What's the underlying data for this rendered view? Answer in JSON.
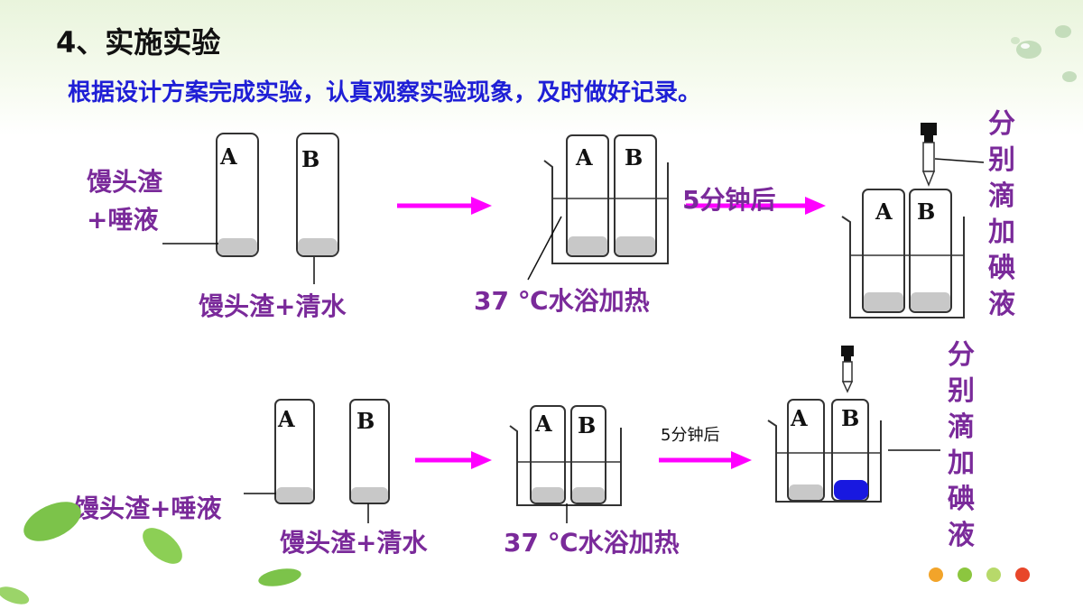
{
  "slide": {
    "title": "4、实施实验",
    "subtitle": "根据设计方案完成实验，认真观察实验现象，及时做好记录。"
  },
  "row1": {
    "tube_a": "A",
    "tube_b": "B",
    "label_a_line1": "馒头渣",
    "label_a_line2": "+唾液",
    "label_b": "馒头渣+清水",
    "bath_label": "37 ℃水浴加热",
    "time_label": "5分钟后",
    "drop_label": "分别滴加碘液"
  },
  "row2": {
    "tube_a": "A",
    "tube_b": "B",
    "label_a": "馒头渣+唾液",
    "label_b": "馒头渣+清水",
    "bath_label": "37 ℃水浴加热",
    "time_label": "5分钟后",
    "drop_label": "分别滴加碘液"
  },
  "colors": {
    "arrow": "#ff00ff",
    "label": "#7a2a9a",
    "subtitle": "#1f1fd6",
    "residue": "#c8c8c8",
    "iodine_blue": "#1818e0",
    "dots": [
      "#f2a42a",
      "#8cc63f",
      "#b7d96a",
      "#e8462a"
    ]
  }
}
